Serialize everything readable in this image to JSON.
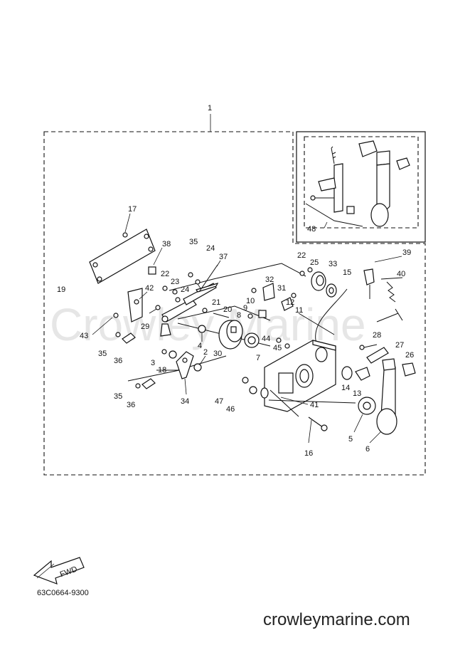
{
  "watermark": "Crowley Marine",
  "footer_url": "crowleymarine.com",
  "diagram_code": "63C0664-9300",
  "fwd_label": "FWD",
  "callouts": [
    "1",
    "17",
    "38",
    "35",
    "24",
    "37",
    "22",
    "23",
    "24",
    "19",
    "42",
    "29",
    "21",
    "20",
    "8",
    "9",
    "10",
    "32",
    "31",
    "12",
    "11",
    "22",
    "25",
    "33",
    "15",
    "39",
    "40",
    "48",
    "43",
    "35",
    "36",
    "4",
    "30",
    "7",
    "44",
    "45",
    "28",
    "27",
    "26",
    "3",
    "18",
    "2",
    "34",
    "35",
    "36",
    "47",
    "46",
    "41",
    "14",
    "13",
    "5",
    "6",
    "16"
  ]
}
